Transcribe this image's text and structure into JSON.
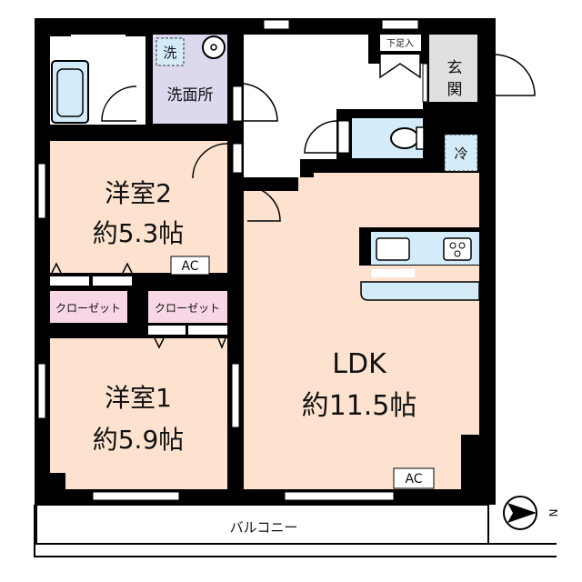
{
  "rooms": {
    "western2": {
      "name": "洋室2",
      "size": "約5.3帖"
    },
    "western1": {
      "name": "洋室1",
      "size": "約5.9帖"
    },
    "ldk": {
      "name": "LDK",
      "size": "約11.5帖"
    },
    "washroom": "洗面所",
    "washer": "洗",
    "entrance_line1": "玄",
    "entrance_line2": "関",
    "shoe_storage": "下足入",
    "fridge": "冷",
    "closet_left": "クローゼット",
    "closet_right": "クローゼット",
    "balcony": "バルコニー",
    "ac_western2": "AC",
    "ac_ldk": "AC"
  },
  "compass": {
    "label": "N",
    "direction": "right"
  },
  "colors": {
    "wall": "#000000",
    "room": "#fde3cf",
    "washroom": "#dcd8ee",
    "closet": "#f7d7e6",
    "wet_area": "#d4ecf9",
    "entrance": "#e0e0e0"
  }
}
